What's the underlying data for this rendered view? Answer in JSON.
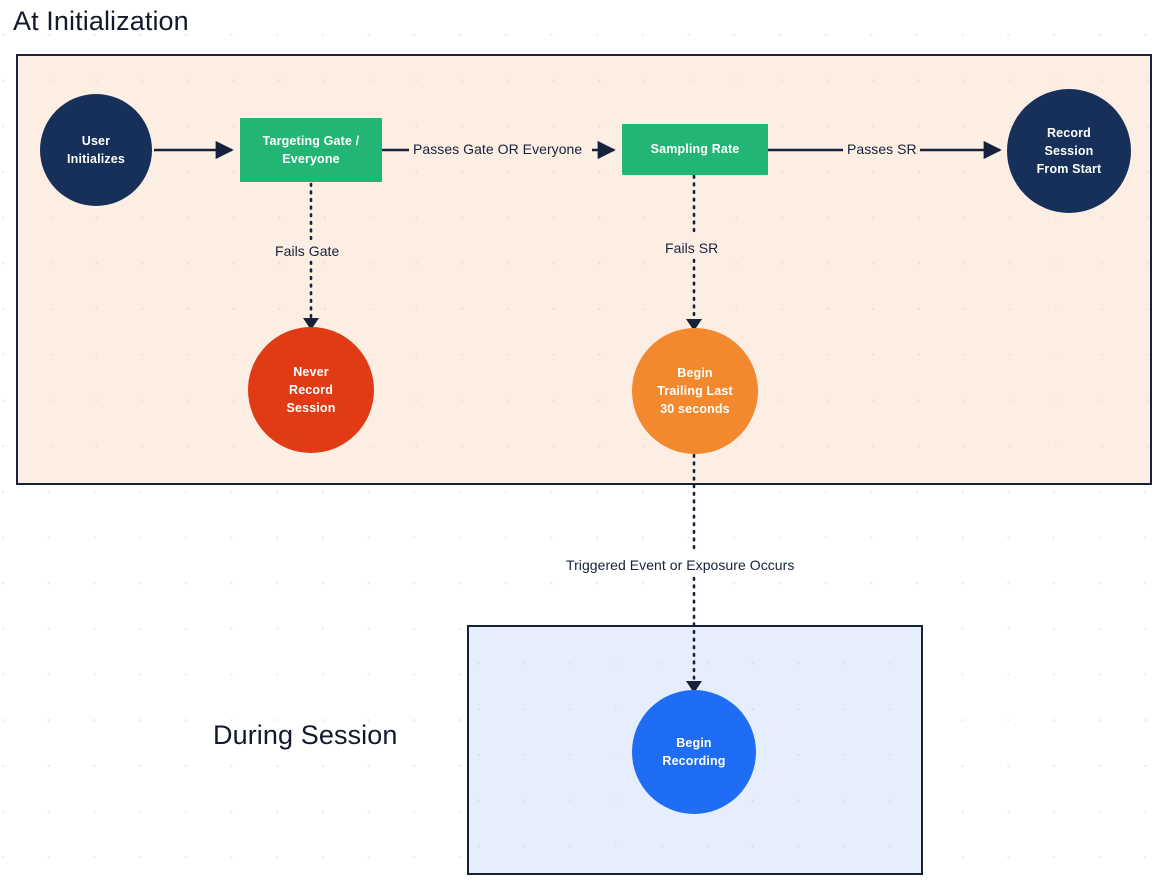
{
  "sections": [
    {
      "key": "initialization",
      "title": "At Initialization",
      "background_color": "#fdeee4",
      "border_color": "#16213a"
    },
    {
      "key": "during_session",
      "title": "During Session",
      "background_color": "#e6edfd",
      "border_color": "#16213a"
    }
  ],
  "titles": {
    "initialization": "At Initialization",
    "during_session": "During Session"
  },
  "nodes": [
    {
      "id": "user_initializes",
      "label": "User\nInitializes",
      "shape": "circle",
      "color": "#16305a"
    },
    {
      "id": "targeting_gate",
      "label": "Targeting Gate /\nEveryone",
      "shape": "rect",
      "color": "#22b573"
    },
    {
      "id": "sampling_rate",
      "label": "Sampling Rate",
      "shape": "rect",
      "color": "#22b573"
    },
    {
      "id": "record_from_start",
      "label": "Record\nSession\nFrom Start",
      "shape": "circle",
      "color": "#16305a"
    },
    {
      "id": "never_record",
      "label": "Never\nRecord\nSession",
      "shape": "circle",
      "color": "#e03b14"
    },
    {
      "id": "begin_trailing",
      "label": "Begin\nTrailing Last\n30 seconds",
      "shape": "circle",
      "color": "#f2892e"
    },
    {
      "id": "begin_recording",
      "label": "Begin\nRecording",
      "shape": "circle",
      "color": "#1f6cf5"
    }
  ],
  "edges": [
    {
      "id": "e1",
      "from": "user_initializes",
      "to": "targeting_gate",
      "label": "",
      "style": "solid"
    },
    {
      "id": "e2",
      "from": "targeting_gate",
      "to": "sampling_rate",
      "label": "Passes Gate OR Everyone",
      "style": "solid"
    },
    {
      "id": "e3",
      "from": "sampling_rate",
      "to": "record_from_start",
      "label": "Passes SR",
      "style": "solid"
    },
    {
      "id": "e4",
      "from": "targeting_gate",
      "to": "never_record",
      "label": "Fails Gate",
      "style": "dotted"
    },
    {
      "id": "e5",
      "from": "sampling_rate",
      "to": "begin_trailing",
      "label": "Fails SR",
      "style": "dotted"
    },
    {
      "id": "e6",
      "from": "begin_trailing",
      "to": "begin_recording",
      "label": "Triggered Event or Exposure Occurs",
      "style": "dotted"
    }
  ],
  "edge_labels": {
    "passes_gate_or_everyone": "Passes Gate OR Everyone",
    "passes_sr": "Passes SR",
    "fails_gate": "Fails Gate",
    "fails_sr": "Fails SR",
    "triggered_event": "Triggered Event or Exposure Occurs"
  },
  "colors": {
    "navy": "#16305a",
    "green": "#22b573",
    "red": "#e03b14",
    "orange": "#f2892e",
    "blue": "#1f6cf5",
    "peach_background": "#fdeee4",
    "lightblue_background": "#e6edfd",
    "stroke": "#16213a",
    "text_dark": "#11192b",
    "canvas_background": "#ffffff"
  }
}
